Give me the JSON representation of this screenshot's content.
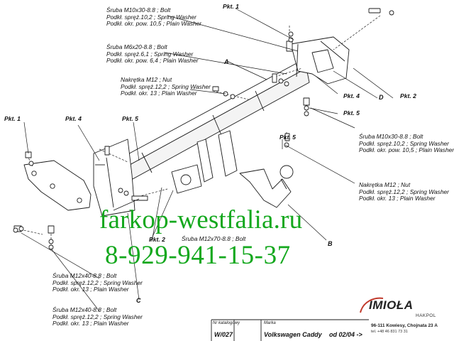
{
  "labels": {
    "top_left_1": [
      "Śruba M10x30-8.8 ;  Bolt",
      "Podkł. spręż.10,2 ; Spring Washer",
      "Podkł. okr. pow. 10,5 ; Plain Washer"
    ],
    "top_left_2": [
      "Śruba M6x20-8.8 ;  Bolt",
      "Podkł. spręż.6,1 ; Spring Washer",
      "Podkł. okr. pow. 6,4 ; Plain Washer"
    ],
    "mid_left": [
      "Nakrętka  M12 ; Nut",
      "Podkł. spręż.12,2 ; Spring Washer",
      "Podkł. okr. 13 ; Plain Washer"
    ],
    "right_top": [
      "Śruba M10x30-8.8 ;  Bolt",
      "Podkł. spręż.10,2 ; Spring Washer",
      "Podkł. okr. pow. 10,5 ; Plain Washer"
    ],
    "right_mid": [
      "Nakrętka  M12 ; Nut",
      "Podkł. spręż.12,2 ; Spring Washer",
      "Podkł. okr. 13 ; Plain Washer"
    ],
    "bolt_m12x70": "Śruba M12x70-8.8 ;  Bolt",
    "bottom_left_1": [
      "Śruba M12x40-8.8 ;  Bolt",
      "Podkł. spręż.12,2 ; Spring Washer",
      "Podkł. okr. 13 ; Plain Washer"
    ],
    "bottom_left_2": [
      "Śruba M12x40-8.8 ;  Bolt",
      "Podkł. spręż.12,2 ; Spring Washer",
      "Podkł. okr. 13 ; Plain Washer"
    ]
  },
  "points": {
    "pkt1_top": "Pkt. 1",
    "pkt1_left": "Pkt. 1",
    "pkt4_left": "Pkt. 4",
    "pkt5_left": "Pkt. 5",
    "pkt4_right": "Pkt. 4",
    "pkt2_right": "Pkt. 2",
    "pkt5_right": "Pkt. 5",
    "pkt5_mid": "Pkt. 5",
    "pkt2_bottom": "Pkt. 2"
  },
  "letters": {
    "a": "A",
    "b": "B",
    "c": "C",
    "d": "D"
  },
  "watermark": {
    "site": "farkop-westfalia.ru",
    "phone": "8-929-941-15-37"
  },
  "catalog": {
    "nr_label": "Nr katalogowy",
    "marka_label": "Marka",
    "code": "W/027",
    "vehicle": "Volkswagen Caddy",
    "from": "od  02/04 ->"
  },
  "company": {
    "logo": "IMIOŁA",
    "sub": "HAKPOL",
    "address": "96-111 Kowiesy, Chojnata 23 A",
    "phone": "tel. +48 46 831 73 31"
  },
  "colors": {
    "watermark": "#14a81e",
    "line": "#1a1a1a"
  }
}
